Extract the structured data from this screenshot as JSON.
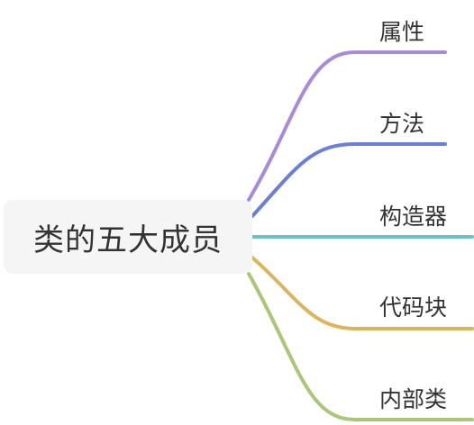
{
  "root": {
    "label": "类的五大成员"
  },
  "branches": [
    {
      "label": "属性",
      "color": "#a78bdb"
    },
    {
      "label": "方法",
      "color": "#6c7fd8"
    },
    {
      "label": "构造器",
      "color": "#6cc3c3"
    },
    {
      "label": "代码块",
      "color": "#dcb55a"
    },
    {
      "label": "内部类",
      "color": "#a9c777"
    }
  ]
}
